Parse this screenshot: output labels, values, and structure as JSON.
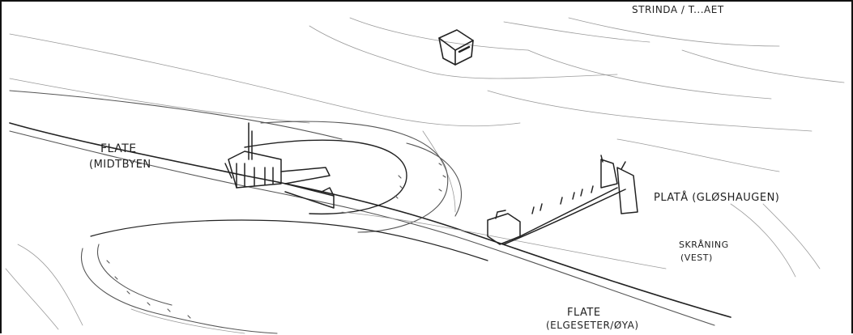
{
  "labels": {
    "top_partial": "STRINDA / T...AET",
    "flate_left_line1": "FLATE",
    "flate_left_line2": "(MIDTBYEN",
    "plata_line1": "PLATÅ (GLØSHAUGEN)",
    "skraning_line1": "SKRÅNING",
    "skraning_line2": "(VEST)",
    "flate_bottom_line1": "FLATE",
    "flate_bottom_line2": "(ELGESETER/ØYA)"
  },
  "colors": {
    "ink": "#222222",
    "background": "#ffffff"
  }
}
